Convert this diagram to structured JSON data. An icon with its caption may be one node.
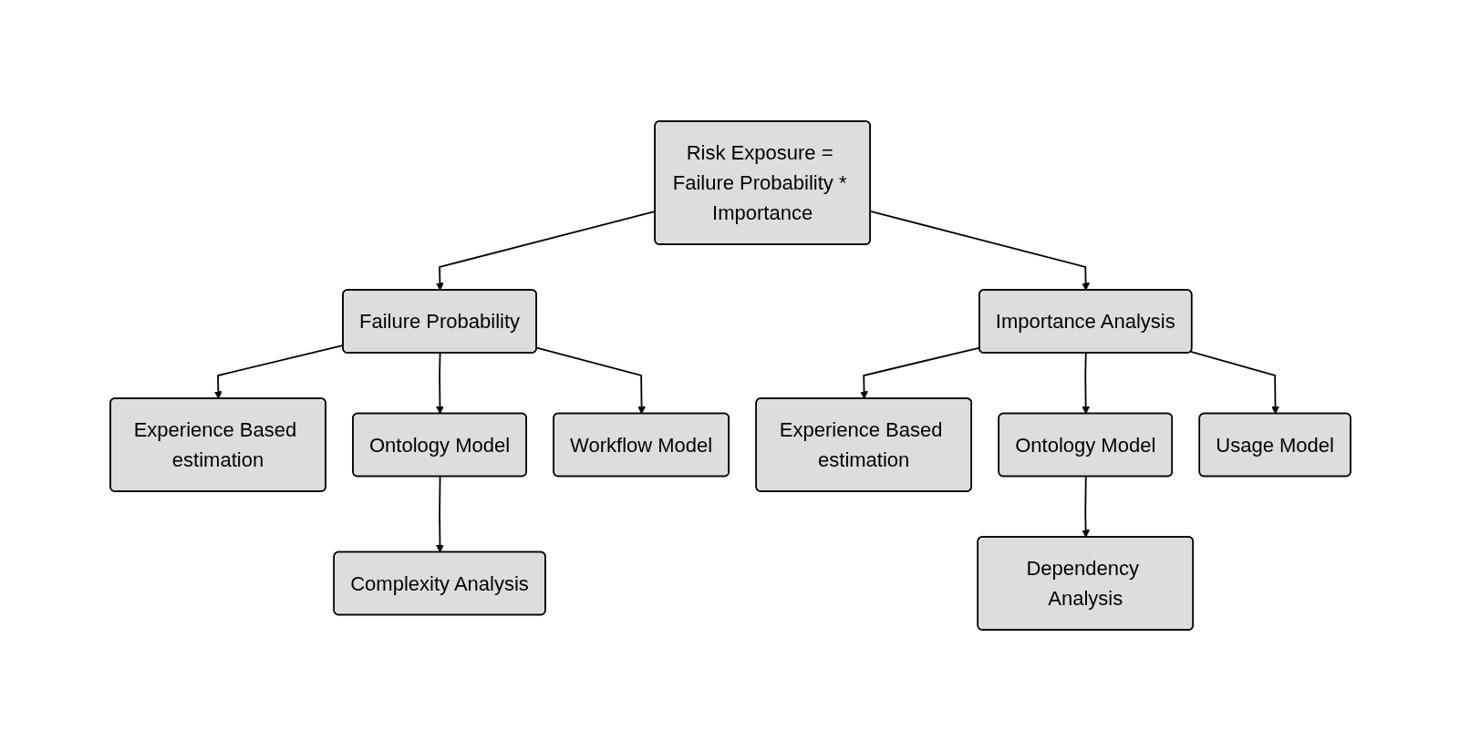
{
  "diagram": {
    "nodes": [
      {
        "text": [
          "Risk Exposure = Failure Probability * Importance"
        ]
      },
      {
        "text": [
          "Failure Probability"
        ]
      },
      {
        "text": [
          "Importance Analysis"
        ]
      },
      {
        "text": [
          "Experience Based estimation"
        ]
      },
      {
        "text": [
          "Ontology Model"
        ]
      },
      {
        "text": [
          "Workflow Model"
        ]
      },
      {
        "text": [
          "Experience Based estimation"
        ]
      },
      {
        "text": [
          "Ontology Model"
        ]
      },
      {
        "text": [
          "Usage Model"
        ]
      },
      {
        "text": [
          "Complexity Analysis"
        ]
      },
      {
        "text": [
          "Dependency Analysis"
        ]
      }
    ],
    "edges": [
      {
        "from": 0,
        "to": 1,
        "arrow": "to"
      },
      {
        "from": 0,
        "to": 2,
        "arrow": "to"
      },
      {
        "from": 1,
        "to": 3,
        "arrow": "to"
      },
      {
        "from": 1,
        "to": 4,
        "arrow": "to"
      },
      {
        "from": 1,
        "to": 5,
        "arrow": "to"
      },
      {
        "from": 2,
        "to": 6,
        "arrow": "to"
      },
      {
        "from": 2,
        "to": 7,
        "arrow": "to"
      },
      {
        "from": 2,
        "to": 8,
        "arrow": "to"
      },
      {
        "from": 4,
        "to": 9,
        "arrow": "to"
      },
      {
        "from": 7,
        "to": 10,
        "arrow": "to"
      }
    ]
  }
}
